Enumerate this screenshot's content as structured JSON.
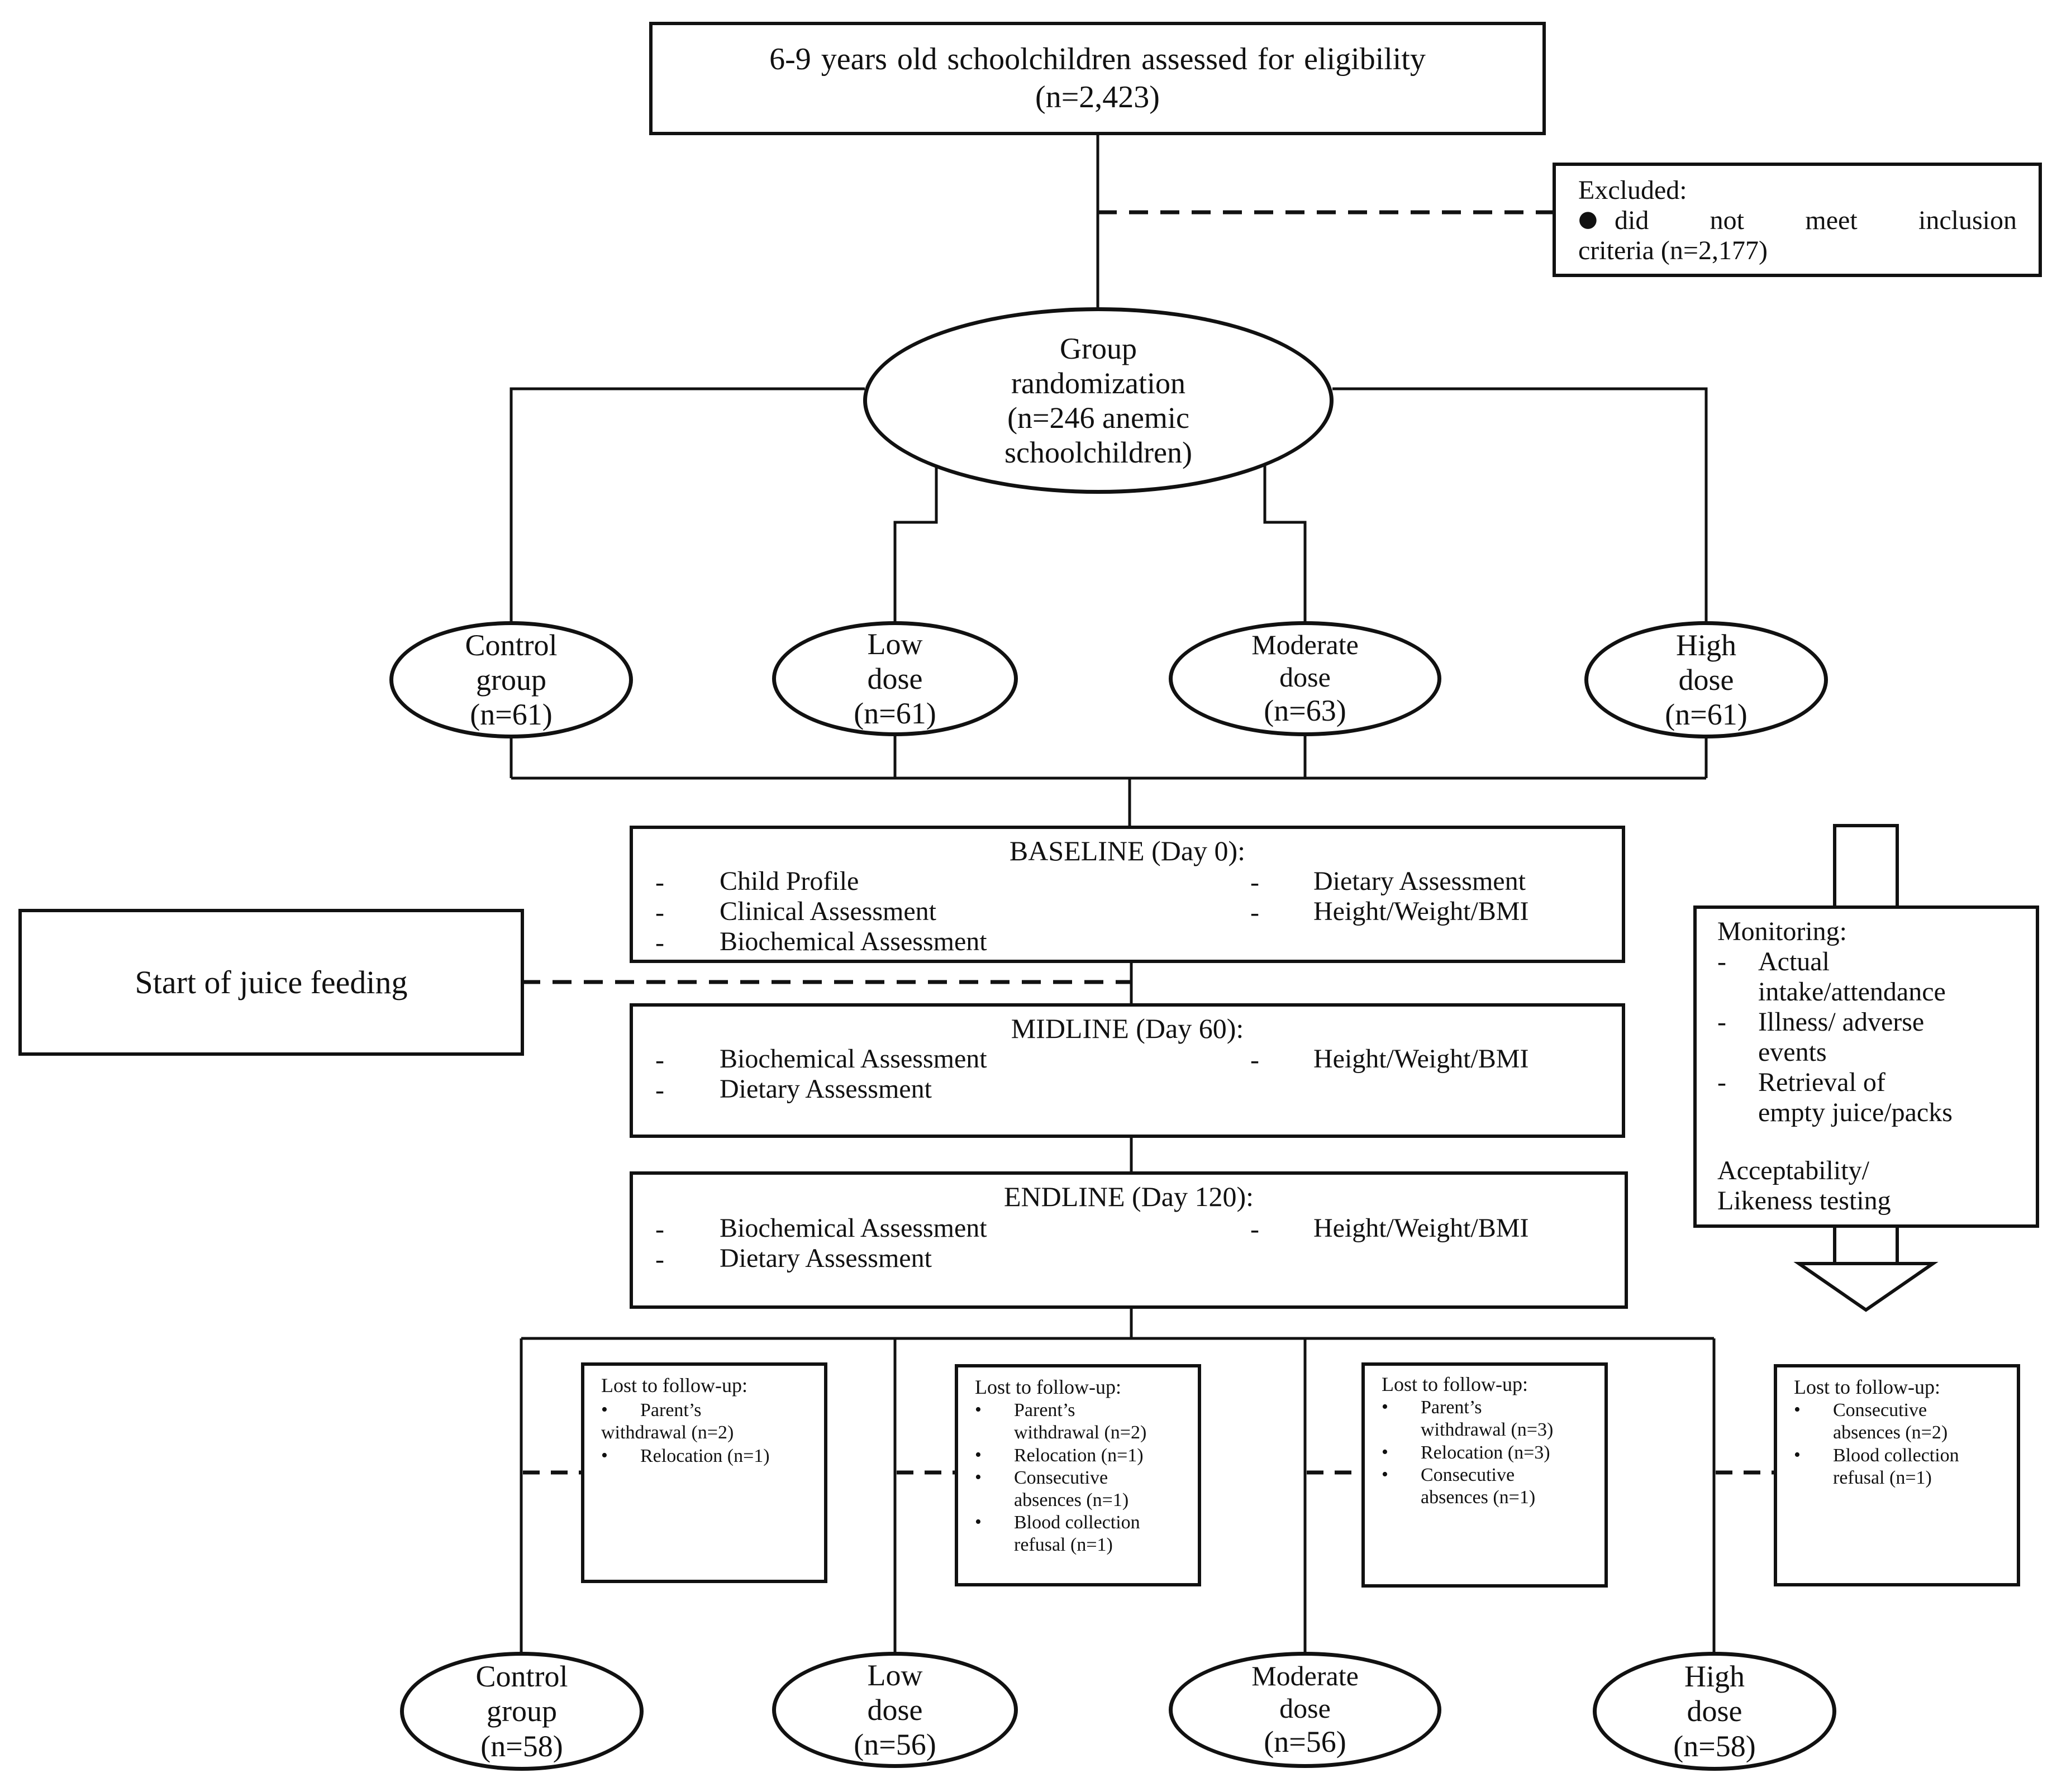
{
  "eligibility": {
    "line1": "6-9 years old schoolchildren assessed for eligibility",
    "line2": "(n=2,423)"
  },
  "excluded": {
    "title": "Excluded:",
    "bullet": "●",
    "text_line1": "did not meet inclusion",
    "text_line2": "criteria (n=2,177)"
  },
  "randomization": {
    "lines": [
      "Group",
      "randomization",
      "(n=246 anemic",
      "schoolchildren)"
    ]
  },
  "groups_initial": [
    {
      "line1": "Control",
      "line2": "group",
      "n": "(n=61)"
    },
    {
      "line1": "Low",
      "line2": "dose",
      "n": "(n=61)"
    },
    {
      "line1": "Moderate",
      "line2": "dose",
      "n": "(n=63)"
    },
    {
      "line1": "High",
      "line2": "dose",
      "n": "(n=61)"
    }
  ],
  "baseline": {
    "title": "BASELINE (Day 0):",
    "left_items": [
      "Child Profile",
      "Clinical Assessment",
      "Biochemical Assessment"
    ],
    "right_items": [
      "Dietary  Assessment",
      "Height/Weight/BMI"
    ]
  },
  "juice_feeding": {
    "label": "Start of juice feeding"
  },
  "midline": {
    "title": "MIDLINE (Day 60):",
    "left_items": [
      "Biochemical Assessment",
      "Dietary  Assessment"
    ],
    "right_items": [
      "Height/Weight/BMI"
    ]
  },
  "endline": {
    "title": "ENDLINE (Day 120):",
    "left_items": [
      "Biochemical Assessment",
      "Dietary  Assessment"
    ],
    "right_items": [
      "Height/Weight/BMI"
    ]
  },
  "dash_marker": "-",
  "bullet_marker": "•",
  "monitoring": {
    "title": "Monitoring:",
    "items": [
      [
        "Actual",
        "intake/attendance"
      ],
      [
        "Illness/ adverse",
        "events"
      ],
      [
        "Retrieval of",
        "empty juice/packs"
      ]
    ],
    "acceptability_line1": "Acceptability/",
    "acceptability_line2": "Likeness  testing"
  },
  "lost_followup": [
    {
      "title": "Lost to follow-up:",
      "items": [
        [
          "Parent’s",
          "withdrawal  (n=2)"
        ],
        [
          "Relocation  (n=1)"
        ]
      ]
    },
    {
      "title": "Lost to follow-up:",
      "items": [
        [
          "Parent’s",
          "withdrawal  (n=2)"
        ],
        [
          "Relocation (n=1)"
        ],
        [
          "Consecutive",
          "absences (n=1)"
        ],
        [
          "Blood collection",
          "refusal  (n=1)"
        ]
      ]
    },
    {
      "title": "Lost to follow-up:",
      "items": [
        [
          "Parent’s",
          "withdrawal  (n=3)"
        ],
        [
          "Relocation  (n=3)"
        ],
        [
          "Consecutive",
          "absences (n=1)"
        ]
      ]
    },
    {
      "title": "Lost to follow-up:",
      "items": [
        [
          "Consecutive",
          "absences (n=2)"
        ],
        [
          "Blood collection",
          "refusal  (n=1)"
        ]
      ]
    }
  ],
  "groups_final": [
    {
      "line1": "Control",
      "line2": "group",
      "n": "(n=58)"
    },
    {
      "line1": "Low",
      "line2": "dose",
      "n": "(n=56)"
    },
    {
      "line1": "Moderate",
      "line2": "dose",
      "n": "(n=56)"
    },
    {
      "line1": "High",
      "line2": "dose",
      "n": "(n=58)"
    }
  ]
}
